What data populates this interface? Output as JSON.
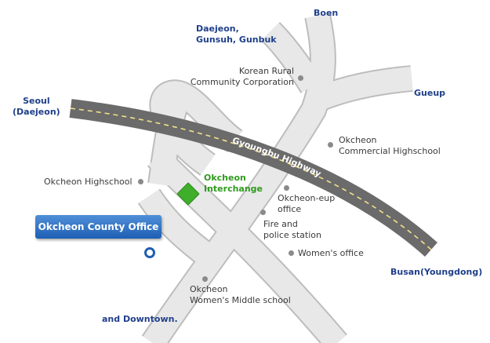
{
  "title": "Okcheon Interchange",
  "colors": {
    "road_fill": "#e8e8e8",
    "road_edge": "#bdbdbd",
    "highway": "#6b6b6b",
    "highway_dash": "#f2e08a",
    "direction_text": "#1f3f8a",
    "interchange_text": "#2f9a1e",
    "landmark_dot": "#8a8a8a",
    "county_button": "#2a6cc0"
  },
  "highway": {
    "name": "Gyoungbu Highway"
  },
  "interchange": {
    "label": "Okcheon\nInterchange",
    "icon": "green-diamond"
  },
  "directions": [
    {
      "key": "boen",
      "label": "Boen"
    },
    {
      "key": "daejeon_gunsuh",
      "label": "Daejeon,\nGunsuh, Gunbuk"
    },
    {
      "key": "gueup",
      "label": "Gueup"
    },
    {
      "key": "seoul",
      "label": "Seoul\n(Daejeon)"
    },
    {
      "key": "busan",
      "label": "Busan(Youngdong)"
    },
    {
      "key": "downtown",
      "label": "and Downtown."
    }
  ],
  "landmarks": [
    {
      "key": "korean_rural",
      "label": "Korean Rural\nCommunity Corporation"
    },
    {
      "key": "okcheon_commercial",
      "label": "Okcheon\nCommercial Highschool"
    },
    {
      "key": "okcheon_highschool",
      "label": "Okcheon Highschool"
    },
    {
      "key": "okcheon_eup_office",
      "label": "Okcheon-eup\noffice"
    },
    {
      "key": "fire_police",
      "label": "Fire and\npolice station"
    },
    {
      "key": "womens_office",
      "label": "Women's office"
    },
    {
      "key": "womens_middle",
      "label": "Okcheon\nWomen's Middle school"
    }
  ],
  "county_office": {
    "label": "Okcheon County Office",
    "marker": "location-ring-icon"
  }
}
